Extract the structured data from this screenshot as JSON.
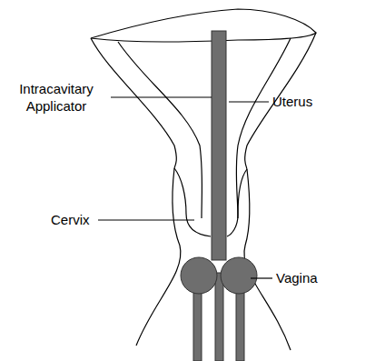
{
  "diagram": {
    "labels": [
      "Intracavitary Applicator",
      "Uterus",
      "Cervix",
      "Vagina"
    ]
  }
}
